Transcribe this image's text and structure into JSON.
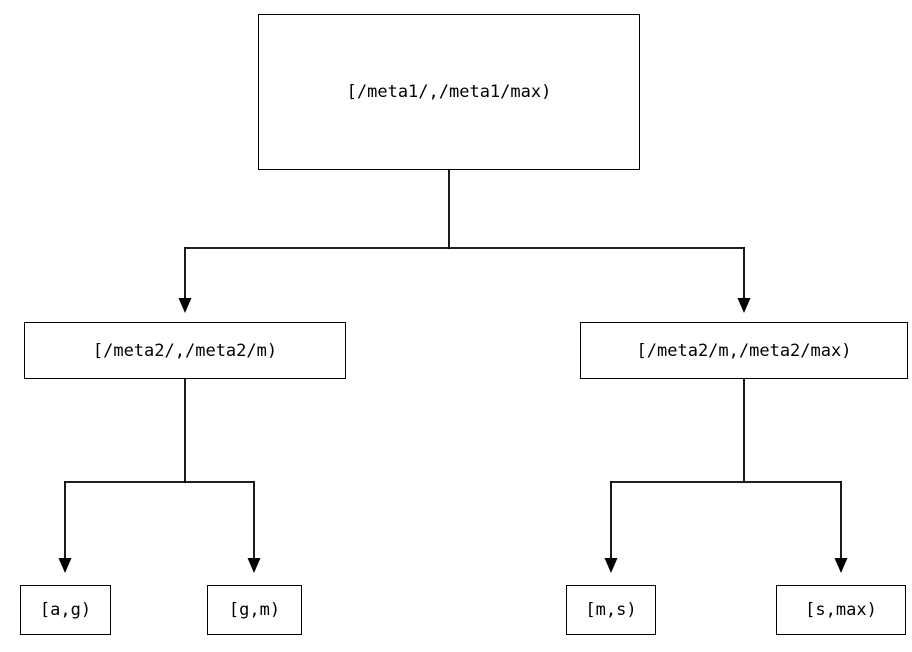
{
  "diagram": {
    "type": "tree",
    "root": {
      "label": "[/meta1/,/meta1/max)"
    },
    "level2": [
      {
        "label": "[/meta2/,/meta2/m)"
      },
      {
        "label": "[/meta2/m,/meta2/max)"
      }
    ],
    "leaves": [
      {
        "label": "[a,g)"
      },
      {
        "label": "[g,m)"
      },
      {
        "label": "[m,s)"
      },
      {
        "label": "[s,max)"
      }
    ],
    "colors": {
      "stroke": "#000000",
      "background": "#ffffff",
      "text": "#000000"
    }
  }
}
